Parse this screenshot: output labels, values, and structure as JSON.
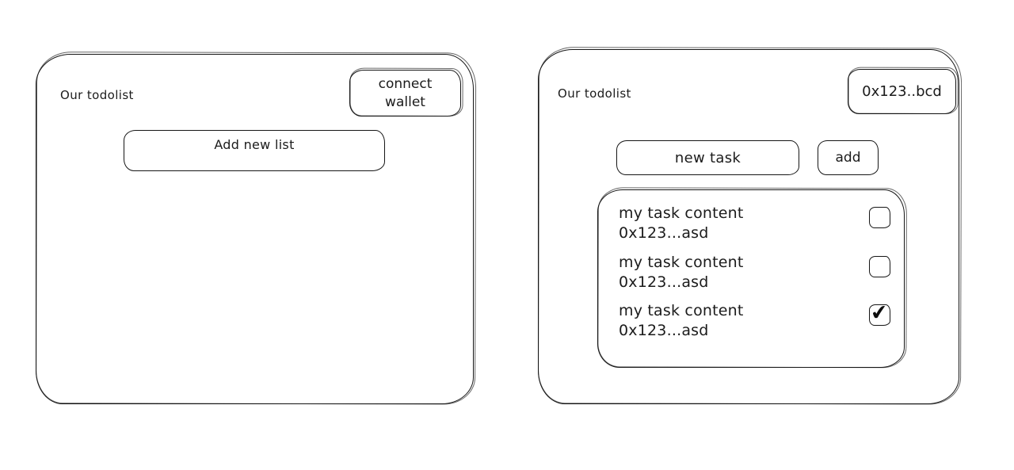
{
  "colors": {
    "ink": "#1b1b1b",
    "background": "#ffffff"
  },
  "icons": {
    "checkmark": "✔"
  },
  "left_screen": {
    "title": "Our todolist",
    "connect_wallet_label": "connect wallet",
    "add_new_list_label": "Add new list"
  },
  "right_screen": {
    "title": "Our todolist",
    "wallet_address_label": "0x123..bcd",
    "new_task_value": "new task",
    "add_button_label": "add",
    "tasks": [
      {
        "content": "my task content",
        "address": "0x123...asd",
        "checked": false
      },
      {
        "content": "my task content",
        "address": "0x123...asd",
        "checked": false
      },
      {
        "content": "my task content",
        "address": "0x123...asd",
        "checked": true
      }
    ]
  }
}
